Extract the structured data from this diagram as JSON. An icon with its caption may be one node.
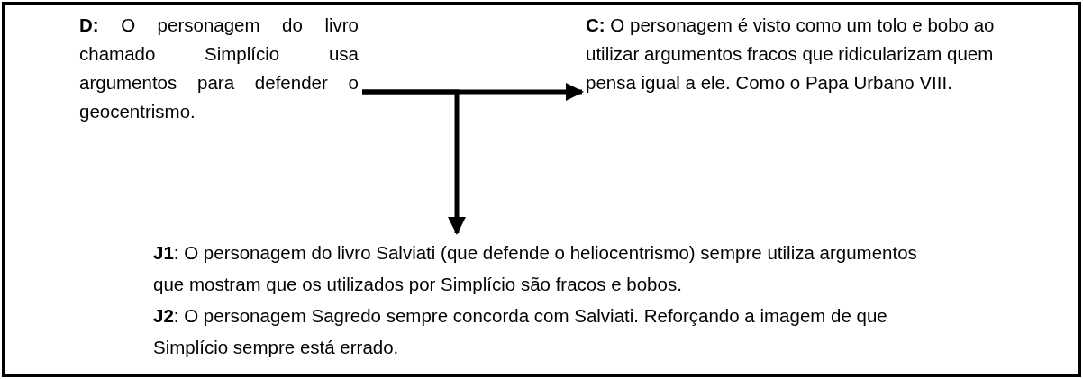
{
  "diagram": {
    "nodes": [
      {
        "text": [
          "**D:** O personagem do livro chamado Simplício usa argumentos para defender o geocentrismo."
        ]
      },
      {
        "text": [
          "**C:** O personagem é visto como um tolo e bobo ao utilizar argumentos fracos que ridicularizam quem pensa igual a ele. Como o Papa Urbano VIII."
        ]
      },
      {
        "text": [
          "**J1**: O personagem do livro Salviati (que defende o heliocentrismo) sempre utiliza argumentos que mostram que os utilizados por Simplício são fracos e bobos.",
          "**J2**: O personagem Sagredo sempre concorda com Salviati. Reforçando a imagem de que Simplício sempre está errado."
        ]
      }
    ],
    "edges": [
      {
        "from": 0,
        "to": 1,
        "arrow": "to"
      },
      {
        "from": 0,
        "to": 2,
        "arrow": "to"
      }
    ]
  }
}
